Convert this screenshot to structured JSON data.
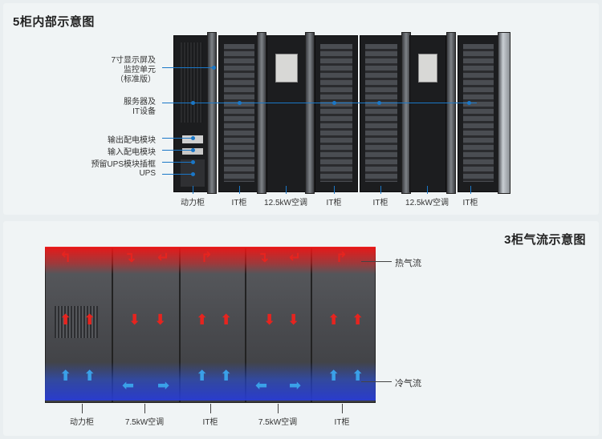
{
  "top": {
    "title": "5柜内部示意图",
    "left_labels": {
      "display_line1": "7寸显示屏及",
      "display_line2": "监控单元",
      "display_line3": "（标准版）",
      "servers_line1": "服务器及",
      "servers_line2": "IT设备",
      "output_module": "输出配电模块",
      "input_module": "输入配电模块",
      "ups_frame": "预留UPS模块插框",
      "ups": "UPS"
    },
    "cabinets": [
      "动力柜",
      "IT柜",
      "12.5kW空调",
      "IT柜",
      "IT柜",
      "12.5kW空调",
      "IT柜"
    ]
  },
  "bottom": {
    "title": "3柜气流示意图",
    "hot_air": "热气流",
    "cold_air": "冷气流",
    "cabinets": [
      "动力柜",
      "7.5kW空调",
      "IT柜",
      "7.5kW空调",
      "IT柜"
    ]
  },
  "colors": {
    "leader": "#1a77c7",
    "hot_air": "#e6241f",
    "cold_air": "#3aa0e8"
  }
}
